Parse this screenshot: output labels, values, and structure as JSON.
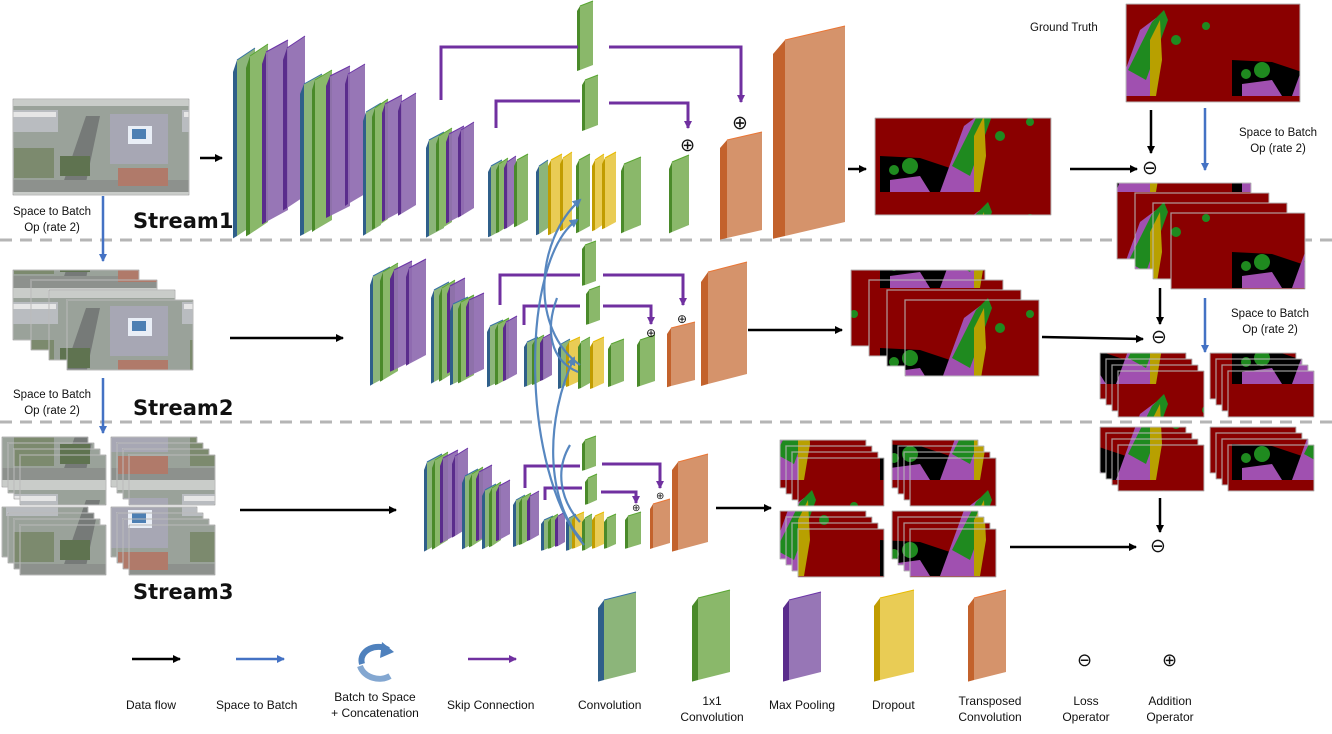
{
  "streams": {
    "stream1": "Stream1",
    "stream2": "Stream2",
    "stream3": "Stream3"
  },
  "labels": {
    "ground_truth": "Ground Truth",
    "s2b_left_a": "Space to Batch Op (rate 2)",
    "s2b_left_b": "Space to Batch Op (rate 2)",
    "s2b_right_a": "Space to Batch Op (rate 2)",
    "s2b_right_b": "Space to Batch Op (rate 2)"
  },
  "symbols": {
    "addition": "⊕",
    "loss": "⊖"
  },
  "legend": {
    "data_flow": "Data flow",
    "space_to_batch": "Space to Batch",
    "batch_to_space": "Batch to Space + Concatenation",
    "skip_connection": "Skip Connection",
    "convolution": "Convolution",
    "conv1x1": "1x1 Convolution",
    "max_pooling": "Max Pooling",
    "dropout": "Dropout",
    "transposed": "Transposed Convolution",
    "loss_operator": "Loss Operator",
    "addition_operator": "Addition Operator"
  },
  "colors": {
    "convolution": "#8cb57a",
    "convolution_edge": "#2f5f8a",
    "conv1x1": "#8ab86a",
    "conv1x1_edge": "#4a8a2a",
    "max_pooling": "#8e6ab0",
    "max_pooling_edge": "#5a2c8c",
    "dropout": "#e9cc55",
    "dropout_edge": "#c19c00",
    "transposed": "#d5936b",
    "transposed_edge": "#c3622c",
    "skip": "#7030a0",
    "space_to_batch": "#4472c4",
    "data_flow": "#000000",
    "seg_bg": "#8a0000",
    "seg_green": "#1f8a1f",
    "seg_purple": "#a050b0",
    "seg_yellow": "#b8a000"
  }
}
